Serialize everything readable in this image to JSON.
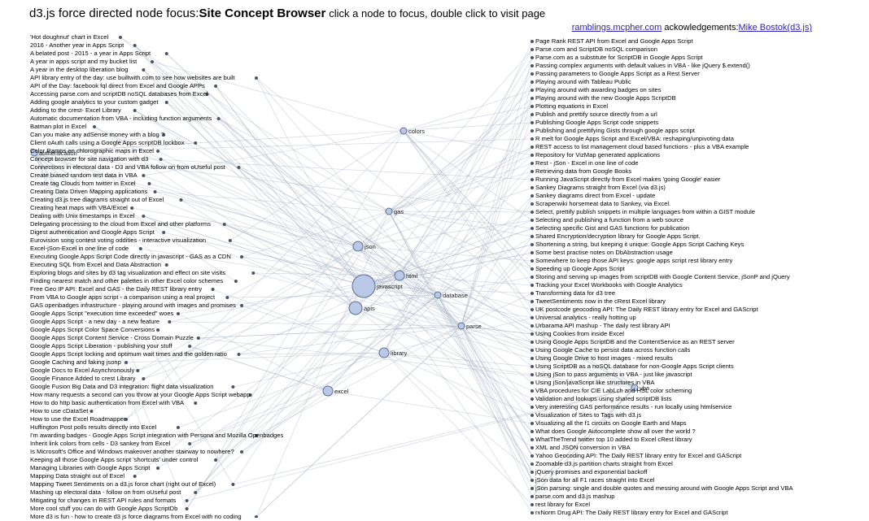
{
  "header": {
    "title_prefix": "d3.js force directed node focus:",
    "title_bold": "Site Concept Browser",
    "instructions": "click a node to focus, double click to visit page"
  },
  "links": {
    "site": "ramblings.mcpher.com",
    "ack_label": "ackowledgements:",
    "ack_link": "Mike Bostok(d3.js)"
  },
  "concepts": [
    "authentication",
    "colors",
    "gas",
    "json",
    "html",
    "javascript",
    "apis",
    "database",
    "parse",
    "library",
    "excel",
    "vba"
  ],
  "left_pages": [
    "'Hot doughnut' chart in Excel",
    "2016 - Another year in Apps Script",
    "A belated post - 2015 - a year in Apps Script",
    "A year in apps script and my bucket list",
    "A year in the desktop liberation blog",
    "API library entry of the day: use builtwith.com to see how websites are built",
    "API of the Day: facebook fql direct from Excel and Google APPs",
    "Accessing parse.com and scriptDB noSQL databases from Excel",
    "Adding google analytics to your custom gadget",
    "Adding to the crest- Excel Library",
    "Automatic documentation from VBA - including function arguments",
    "Batman plot in Excel",
    "Can you make any adSense money with a blog ?",
    "Client oAuth calls using a Google Apps scriptDB lockbox",
    "Color Ramps on chlorographic maps in Excel",
    "Concept browser for site navigation with d3",
    "Connections in electoral data - D3 and VBA follow on from oUseful post",
    "Create biased random test data in VBA",
    "Create tag Clouds from twitter in Excel",
    "Creating Data Driven Mapping applications",
    "Creating d3.js tree diagrams straight out of Excel",
    "Creating heat maps with VBA/Excel",
    "Dealing with Unix timestamps in Excel",
    "Delegating processing to the cloud from Excel and other platforms",
    "Digest authentication and Google Apps Script",
    "Eurovision song contest voting oddities - interactive visualization",
    "Excel-jSon-Excel in one line of code",
    "Executing Google Apps Script Code directly in javascript - GAS as a CDN",
    "Executing SQL from Excel and Data Abstraction",
    "Exploring blogs and sites by d3 tag visualization and effect on site visits",
    "Finding nearest match and other palettes in other Excel color schemes",
    "Free Geo IP API: Excel and GAS - the Daily REST library entry",
    "From VBA to Google apps script - a comparison using a real project",
    "GAS openbadges infrastructure - playing around with images and promises",
    "Google Apps Script \"execution time exceeded\" woes",
    "Google Apps Script - a new day - a new feature",
    "Google Apps Script Color Space Conversions",
    "Google Apps Script Content Service - Cross Domain Puzzle",
    "Google Apps Script Liberation - publishing your stuff",
    "Google Apps Script locking and optimum wait times and the golden ratio",
    "Google Caching and faking jsonp",
    "Google Docs to Excel Asynchronously",
    "Google Finance Added to crest Library",
    "Google Fusion Big Data and D3 integration: flight data visualization",
    "How many requests a second can you throw at your Google Apps Script webapp",
    "How to do http basic authentication from Excel with VBA",
    "How to use cDataSet",
    "How to use the Excel Roadmapper",
    "Huffington Post polls results directly into Excel",
    "I'm awarding badges - Google Apps Script integration with Persona and Mozilla Openbadges",
    "Inherit link colors from cells - D3 sankey from Excel",
    "Is Microsoft's Office and Windows makeover another stairway to nowhere?",
    "Keeping all those Google Apps script 'shortcuts' under control",
    "Managing Libraries with Google Apps Script",
    "Mapping Data straight out of Excel",
    "Mapping Tweet Sentiments on a d3.js force chart (right out of Excel)",
    "Mashing up electoral data - follow on from oUseful post",
    "Mitigating for changes in REST API rules and formats",
    "More cool stuff you can do with Google Apps ScriptDb",
    "More d3 is fun - how to create d3 js force diagrams from Excel with no coding"
  ],
  "right_pages": [
    "Page Rank REST API from Excel and Google Apps Script",
    "Parse.com and ScriptDB noSQL comparison",
    "Parse.com as a substitute for ScriptDB in Google Apps Script",
    "Passing complex arguments with default values in VBA - like jQuery $.extend()",
    "Passing parameters to Google Apps Script as a Rest Server",
    "Playing around with Tableau Public",
    "Playing around with awarding badges on sites",
    "Playing around with the new Google Apps ScriptDB",
    "Plotting equations in Excel",
    "Publish and prettify source directly from a url",
    "Publishing Google Apps Script code snippets",
    "Publishing and prettifying Gists through google apps script",
    "R melt for Google Apps Script and Excel/VBA: reshaping/unpivoting data",
    "REST access to list management cloud based functions - plus a VBA example",
    "Repository for VizMap generated applications",
    "Rest - jSon - Excel in one line of code",
    "Retrieving data from Google Books",
    "Running JavaScript directly from Excel makes 'going Google' easier",
    "Sankey Diagrams straight from Excel (via d3.js)",
    "Sankey diagrams direct from Excel - update",
    "Scraperwiki horsemeat data to Sankey, via Excel.",
    "Select, prettify publish snippets in multiple languages from within a GIST module",
    "Selecting and publishing a function from a web source",
    "Selecting specific Gist and GAS functions for publication",
    "Shared Encryption/decryption library for Google Apps Script.",
    "Shortening a string, but keeping it unique: Google Apps Script Caching Keys",
    "Some best practise notes on DbAbstraction usage",
    "Somewhere to keep those API keys: google apps script rest library entry",
    "Speeding up Google Apps Script",
    "Storing and serving up images from scriptDB with Google Content Service, jSonP and jQuery",
    "Tracking your Excel Workbooks with Google Analytics",
    "Transforming data for d3 tree",
    "TweetSentiments now in the cRest Excel library",
    "UK postcode geocoding API: The Daily REST library entry for Excel and GAScript",
    "Universal analytics - really hotting up",
    "Urbarama API mashup - The daily rest library API",
    "Using Cookies from inside Excel",
    "Using Google Apps ScriptDB and the ContentService as an REST server",
    "Using Google Cache to persist data across function calls",
    "Using Google Drive to host images - mixed results",
    "Using ScriptDB as a noSQL database for non-Google Apps Script clients",
    "Using jSon to pass arguments in VBA - just like javascript",
    "Using jSon/javaScript like structures in VBA",
    "VBA procedures for CIE LabLch and HSL color scheming",
    "Validation and lookups using shared scriptDB lists",
    "Very interesting GAS performance results - run locally using htmlservice",
    "Visualization of Sites to Tags with d3.js",
    "Visualizing all the f1 circuits on Google Earth and Maps",
    "What does Google Autocomplete show all over the world ?",
    "WhatTheTrend twitter top 10 added to Excel cRest library",
    "XML and JSON conversion in VBA",
    "Yahoo Geocoding API: The Daily REST library entry for Excel and GAScript",
    "Zoomable d3.js partition charts straight from Excel",
    "jQuery promises and exponential backoff",
    "jSon data for all F1 races straight into Excel",
    "jSon parsing: single and double quotes and messing around with Google Apps Script and VBA",
    "parse.com and d3.js mashup",
    "rest library for Excel",
    "rxNorm Drug API: The Daily REST library entry for Excel and GAScript"
  ]
}
